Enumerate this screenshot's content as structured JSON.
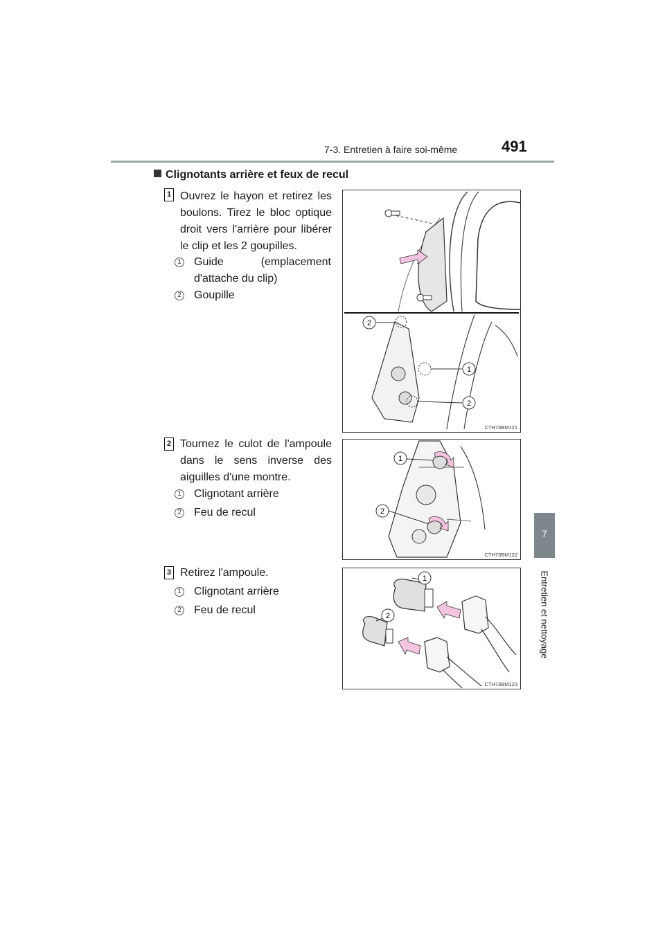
{
  "header": {
    "section": "7-3. Entretien à faire soi-même",
    "page_number": "491"
  },
  "side_tab": {
    "chapter_number": "7",
    "chapter_title": "Entretien et nettoyage"
  },
  "heading": "Clignotants arrière et feux de recul",
  "steps": [
    {
      "number": "1",
      "text": "Ouvrez le hayon et retirez les boulons. Tirez le bloc optique droit vers l'arrière pour libérer le clip et les 2 goupilles.",
      "items": [
        {
          "num": "1",
          "label": "Guide (emplacement d'attache du clip)"
        },
        {
          "num": "2",
          "label": "Goupille"
        }
      ],
      "figure": {
        "code": "CTH73BM121",
        "callouts": [
          "2",
          "1",
          "2"
        ]
      }
    },
    {
      "number": "2",
      "text": "Tournez le culot de l'ampoule dans le sens inverse des aiguilles d'une montre.",
      "items": [
        {
          "num": "1",
          "label": "Clignotant arrière"
        },
        {
          "num": "2",
          "label": "Feu de recul"
        }
      ],
      "figure": {
        "code": "CTH73BM122",
        "callouts": [
          "1",
          "2"
        ]
      }
    },
    {
      "number": "3",
      "text": "Retirez l'ampoule.",
      "items": [
        {
          "num": "1",
          "label": "Clignotant arrière"
        },
        {
          "num": "2",
          "label": "Feu de recul"
        }
      ],
      "figure": {
        "code": "CTH73BM123",
        "callouts": [
          "1",
          "2"
        ]
      }
    }
  ],
  "colors": {
    "rule": "#9aa3a8",
    "tab": "#7d878c",
    "arrow": "#f2c4e0"
  }
}
